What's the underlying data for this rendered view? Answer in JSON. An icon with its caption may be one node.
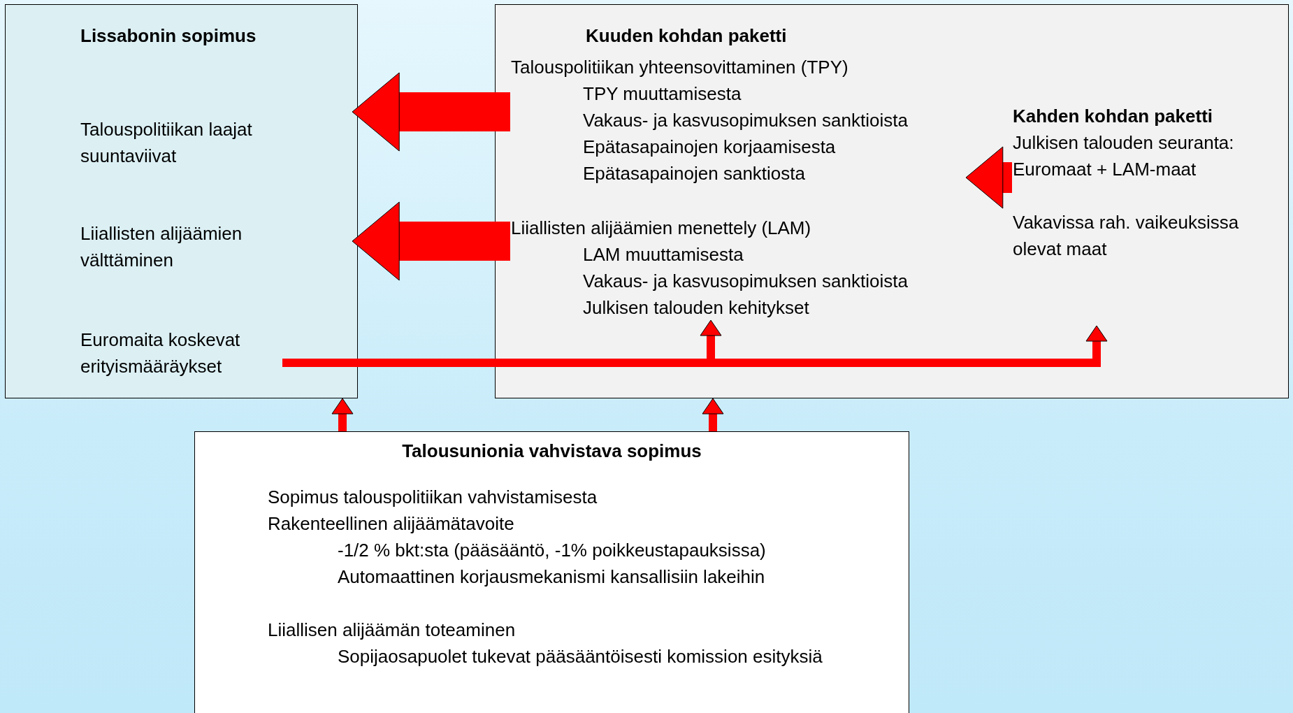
{
  "diagram": {
    "nodes": [
      {
        "text": [
          "Lissabonin sopimus"
        ]
      },
      {
        "text": [
          "Talouspolitiikan laajat suuntaviivat"
        ],
        "in": 0
      },
      {
        "text": [
          "Liiallisten alijäämien välttäminen"
        ],
        "in": 0
      },
      {
        "text": [
          "Euromaita koskevat erityismääräykset"
        ],
        "in": 0
      },
      {
        "text": [
          "Kuuden kohdan paketti"
        ]
      },
      {
        "text": [
          "Talouspolitiikan yhteensovittaminen (TPY)",
          "TPY muuttamisesta",
          "Vakaus- ja kasvusopimuksen sanktioista",
          "Epätasapainojen korjaamisesta",
          "Epätasapainojen sanktiosta"
        ],
        "in": 4
      },
      {
        "text": [
          "Liiallisten alijäämien menettely (LAM)",
          "LAM muuttamisesta",
          "Vakaus- ja kasvusopimuksen sanktioista",
          "Julkisen talouden kehitykset"
        ],
        "in": 4
      },
      {
        "text": [
          "Kahden kohdan paketti",
          "Julkisen talouden seuranta: Euromaat + LAM-maat",
          "Vakavissa rah. vaikeuksissa olevat maat"
        ],
        "in": 4
      },
      {
        "text": [
          "Talousunionia vahvistava sopimus",
          "Sopimus talouspolitiikan vahvistamisesta",
          "Rakenteellinen alijäämätavoite",
          "-1/2 % bkt:sta (pääsääntö, -1% poikkeustapauksissa)",
          "Automaattinen korjausmekanismi kansallisiin lakeihin",
          "Liiallisen alijäämän toteaminen",
          "Sopijaosapuolet tukevat pääsääntöisesti komission esityksiä"
        ]
      }
    ],
    "edges": [
      {
        "from": 5,
        "to": 1,
        "arrow": "to"
      },
      {
        "from": 6,
        "to": 2,
        "arrow": "to"
      },
      {
        "from": 7,
        "to": 5,
        "arrow": "to"
      },
      {
        "from": 3,
        "to": 6,
        "arrow": "to"
      },
      {
        "from": 3,
        "to": 7,
        "arrow": "to"
      },
      {
        "from": 8,
        "to": 0,
        "arrow": "to"
      },
      {
        "from": 8,
        "to": 4,
        "arrow": "to"
      }
    ]
  }
}
